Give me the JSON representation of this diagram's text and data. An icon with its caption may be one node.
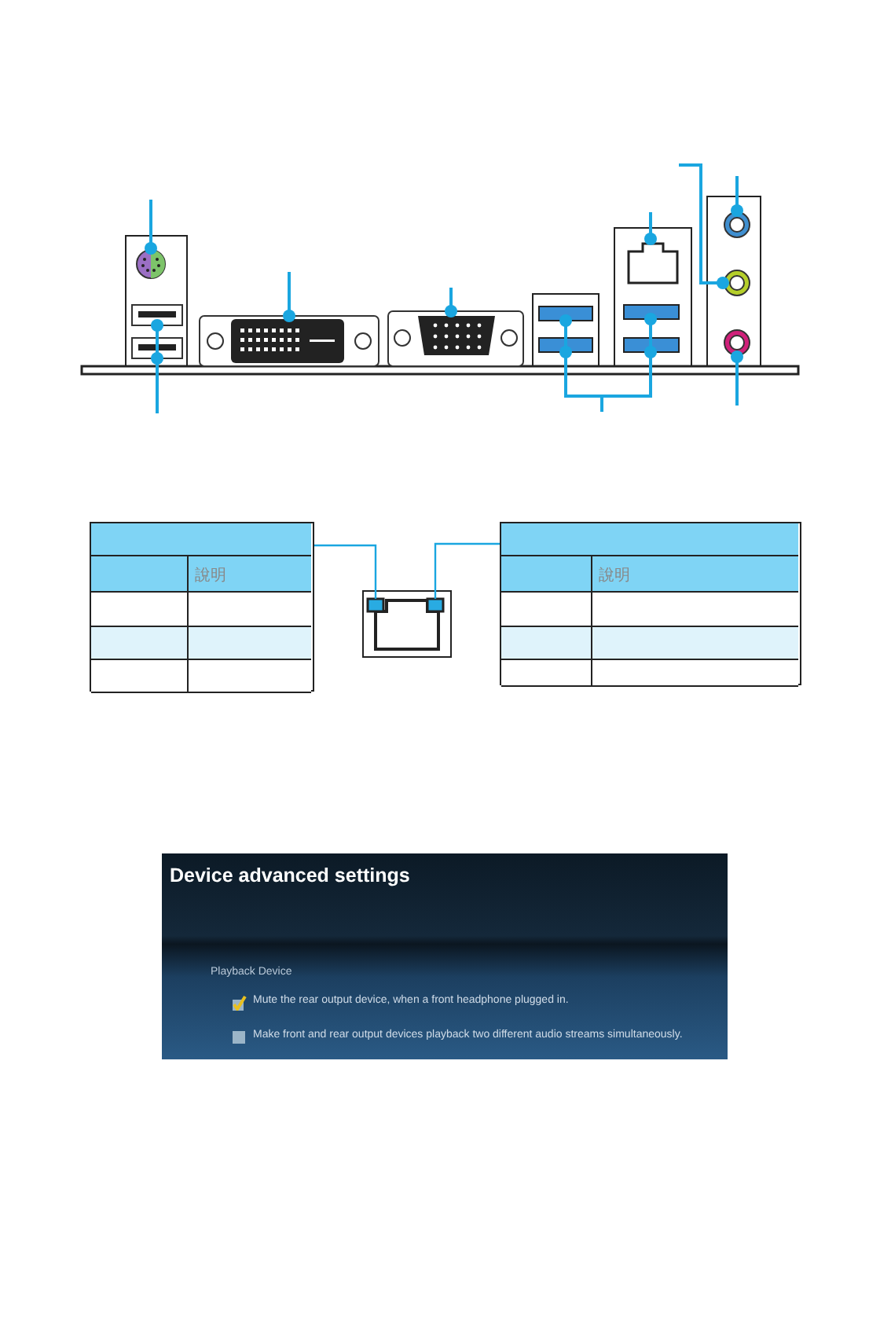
{
  "diagram": {
    "nodes": [
      {
        "text": [],
        "shape": "circle"
      },
      {
        "text": [],
        "shape": "box"
      },
      {
        "text": [],
        "shape": "box"
      },
      {
        "text": [],
        "shape": "box"
      },
      {
        "text": [],
        "shape": "box"
      },
      {
        "text": [],
        "shape": "box"
      },
      {
        "text": [],
        "shape": "box"
      },
      {
        "text": [],
        "shape": "box"
      },
      {
        "text": [],
        "shape": "box"
      },
      {
        "text": [],
        "shape": "box"
      },
      {
        "text": [],
        "shape": "circle"
      },
      {
        "text": [],
        "shape": "circle"
      },
      {
        "text": [],
        "shape": "circle"
      },
      {
        "text": [
          "說明"
        ]
      },
      {
        "text": [],
        "shape": "box"
      },
      {
        "text": [],
        "shape": "box",
        "in": 14
      },
      {
        "text": [],
        "shape": "box",
        "in": 14
      },
      {
        "text": [
          "說明"
        ]
      }
    ],
    "edges": [
      {
        "from": null,
        "to": 0,
        "arrow": "other"
      },
      {
        "from": null,
        "to": 1,
        "arrow": "other"
      },
      {
        "from": null,
        "to": 2,
        "arrow": "other"
      },
      {
        "from": null,
        "to": 3,
        "arrow": "other"
      },
      {
        "from": null,
        "to": 4,
        "arrow": "other"
      },
      {
        "from": null,
        "to": 5,
        "arrow": "other"
      },
      {
        "from": null,
        "to": 6,
        "arrow": "other"
      },
      {
        "from": null,
        "to": 7,
        "arrow": "other"
      },
      {
        "from": null,
        "to": 8,
        "arrow": "other"
      },
      {
        "from": null,
        "to": 9,
        "arrow": "other"
      },
      {
        "from": null,
        "to": 10,
        "arrow": "other"
      },
      {
        "from": null,
        "to": 11,
        "arrow": "other"
      },
      {
        "from": null,
        "to": 12,
        "arrow": "other"
      },
      {
        "from": 13,
        "to": 15,
        "arrow": "none"
      },
      {
        "from": 17,
        "to": 16,
        "arrow": "none"
      }
    ],
    "labels": [
      "Device advanced settings",
      "Playback Device",
      "Mute the rear output device, when a front headphone plugged in.",
      "Make front and rear output devices playback two different audio streams simultaneously."
    ]
  }
}
